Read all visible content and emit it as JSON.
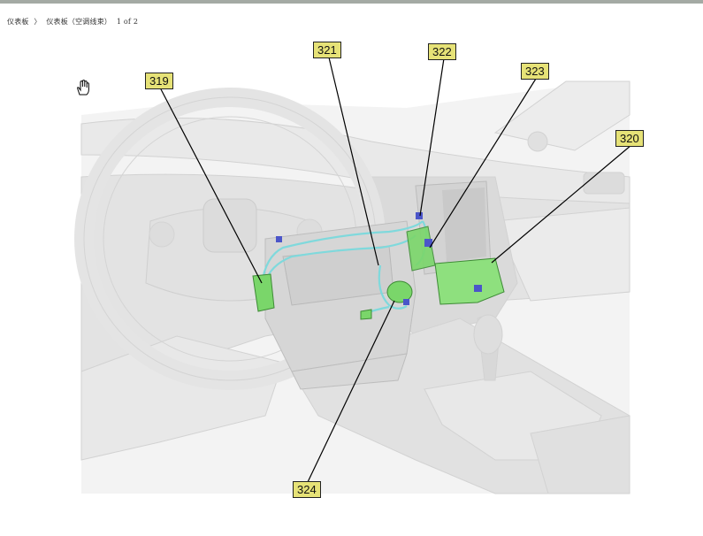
{
  "breadcrumb": {
    "item1": "仪表板",
    "sep": "〉",
    "item2": "仪表板（空调线束）",
    "page": "1 of 2"
  },
  "callouts": {
    "c319": "319",
    "c320": "320",
    "c321": "321",
    "c322": "322",
    "c323": "323",
    "c324": "324"
  },
  "icons": {
    "hand": "pan-hand-icon"
  },
  "colors": {
    "topbar": "#a4aaa4",
    "callout_fill": "#e6e277",
    "highlight_green": "#7ad66a",
    "harness_cyan": "#7fd9dc",
    "connector_blue": "#4b55c9"
  }
}
